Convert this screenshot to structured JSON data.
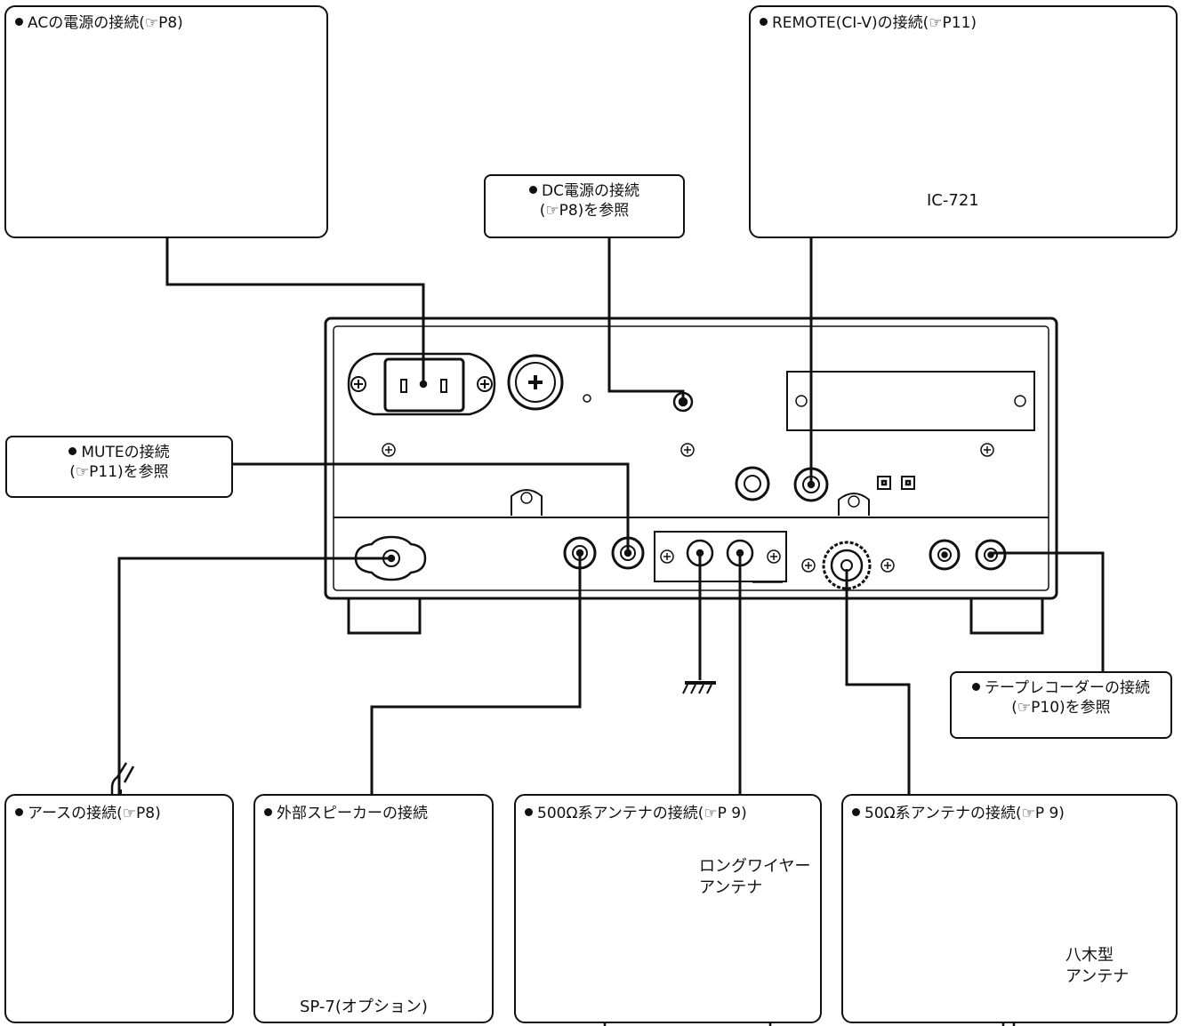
{
  "ac": {
    "title": "ACの電源の接続(☞P8)"
  },
  "remote": {
    "title": "REMOTE(CI-V)の接続(☞P11)",
    "model": "IC-721"
  },
  "dc": {
    "line1": "DC電源の接続",
    "line2": "(☞P8)を参照"
  },
  "mute": {
    "line1": "MUTEの接続",
    "line2": "(☞P11)を参照"
  },
  "tape": {
    "line1": "テープレコーダーの接続",
    "line2": "(☞P10)を参照"
  },
  "earth": {
    "title": "アースの接続(☞P8)"
  },
  "speaker": {
    "title": "外部スピーカーの接続",
    "caption": "SP-7(オプション)"
  },
  "ant500": {
    "title": "500Ω系アンテナの接続(☞P 9)",
    "line1": "ロングワイヤー",
    "line2": "アンテナ"
  },
  "ant50": {
    "title": "50Ω系アンテナの接続(☞P 9)",
    "line1": "八木型",
    "line2": "アンテナ"
  }
}
